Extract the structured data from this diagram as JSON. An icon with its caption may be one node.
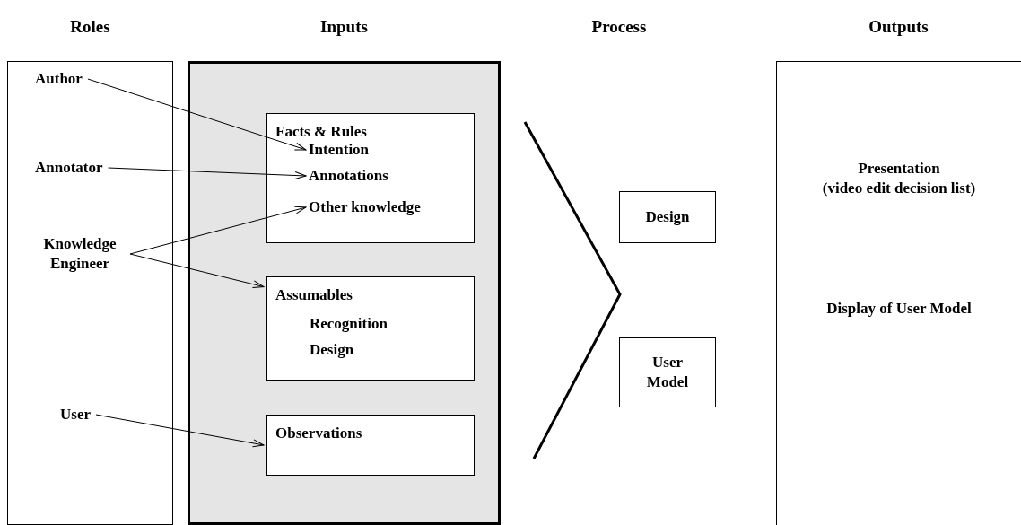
{
  "diagram": {
    "nodes": [
      {
        "text": [
          "Roles"
        ]
      },
      {
        "text": [
          "Author"
        ],
        "in": 0
      },
      {
        "text": [
          "Annotator"
        ],
        "in": 0
      },
      {
        "text": [
          "Knowledge Engineer"
        ],
        "in": 0
      },
      {
        "text": [
          "User"
        ],
        "in": 0
      },
      {
        "text": [
          "Inputs"
        ]
      },
      {
        "text": [
          "Facts & Rules"
        ],
        "in": 5
      },
      {
        "text": [
          "Intention"
        ],
        "in": 6
      },
      {
        "text": [
          "Annotations"
        ],
        "in": 6
      },
      {
        "text": [
          "Other knowledge"
        ],
        "in": 6
      },
      {
        "text": [
          "Assumables",
          "Recognition",
          "Design"
        ],
        "in": 5
      },
      {
        "text": [
          "Observations"
        ],
        "in": 5
      },
      {
        "text": [
          "Design"
        ]
      },
      {
        "text": [
          "User Model"
        ]
      },
      {
        "text": [
          "Outputs",
          "Presentation",
          "(video edit decision list)",
          "Display of User Model"
        ]
      }
    ],
    "edges": [
      {
        "from": 1,
        "to": 7,
        "arrow": "to"
      },
      {
        "from": 2,
        "to": 8,
        "arrow": "to"
      },
      {
        "from": 3,
        "to": 9,
        "arrow": "to"
      },
      {
        "from": 3,
        "to": 10,
        "arrow": "to"
      },
      {
        "from": 4,
        "to": 11,
        "arrow": "to"
      }
    ],
    "labels": [
      "Process"
    ]
  }
}
